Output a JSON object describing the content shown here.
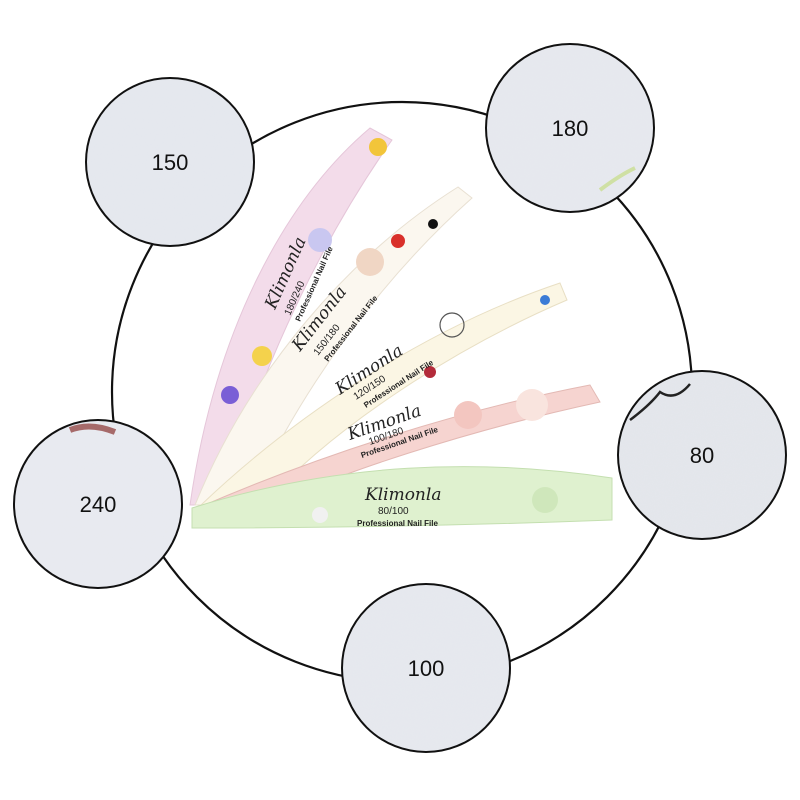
{
  "samples": [
    {
      "id": "s150",
      "label": "150"
    },
    {
      "id": "s180",
      "label": "180"
    },
    {
      "id": "s240",
      "label": "240"
    },
    {
      "id": "s80",
      "label": "80"
    },
    {
      "id": "s100",
      "label": "100"
    }
  ],
  "files": [
    {
      "brand": "Klimonla",
      "grit": "180/240",
      "subtitle": "Professional Nail File",
      "color": "#f3dcea"
    },
    {
      "brand": "Klimonla",
      "grit": "150/180",
      "subtitle": "Professional Nail File",
      "color": "#fbf7ef"
    },
    {
      "brand": "Klimonla",
      "grit": "120/150",
      "subtitle": "Professional Nail File",
      "color": "#fbf6e4"
    },
    {
      "brand": "Klimonla",
      "grit": "100/180",
      "subtitle": "Professional Nail File",
      "color": "#f6d4d0"
    },
    {
      "brand": "Klimonla",
      "grit": "80/100",
      "subtitle": "Professional Nail File",
      "color": "#dff1cf"
    }
  ]
}
